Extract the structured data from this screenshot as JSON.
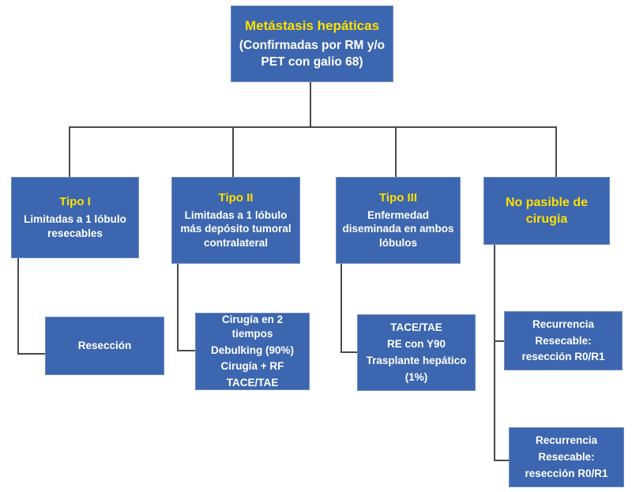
{
  "diagram": {
    "type": "flowchart",
    "title": "Metástasis hepáticas",
    "colors": {
      "node_fill": "#3C66AF",
      "node_border": "#6D8CC4",
      "heading_text": "#FFE000",
      "body_text": "#FFFFFF",
      "connector": "#4A4A4A",
      "background": "#FFFFFF"
    },
    "nodes": {
      "root": {
        "heading": "Metástasis hepáticas",
        "line1": "(Confirmadas por RM y/o",
        "line2": "PET con galio 68)"
      },
      "tipo1": {
        "heading": "Tipo I",
        "line1": "Limitadas a 1 lóbulo",
        "line2": "resecables"
      },
      "tipo2": {
        "heading": "Tipo II",
        "line1": "Limitadas a 1 lóbulo",
        "line2": "más depósito tumoral",
        "line3": "contralateral"
      },
      "tipo3": {
        "heading": "Tipo III",
        "line1": "Enfermedad",
        "line2": "diseminada en ambos",
        "line3": "lóbulos"
      },
      "no_quirurgico": {
        "line1": "No pasible de",
        "line2": "cirugía"
      },
      "tipo1_tx": {
        "line1": "Resección"
      },
      "tipo2_tx": {
        "line1": "Cirugía en 2 tiempos",
        "line2": "Debulking (90%)",
        "line3": "Cirugía + RF",
        "line4": "TACE/TAE"
      },
      "tipo3_tx": {
        "line1": "TACE/TAE",
        "line2": "RE con Y90",
        "line3": "Trasplante hepático",
        "line4": "(1%)"
      },
      "recurrencia_1": {
        "line1": "Recurrencia",
        "line2": "Resecable:",
        "line3": "resección R0/R1"
      },
      "recurrencia_2": {
        "line1": "Recurrencia",
        "line2": "Resecable:",
        "line3": "resección R0/R1"
      }
    }
  }
}
